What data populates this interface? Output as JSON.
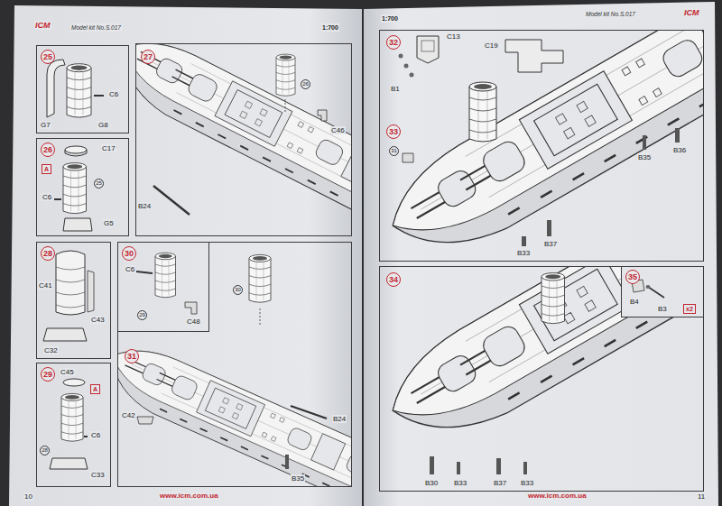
{
  "diagram": {
    "nodes": [
      {
        "text": [
          "25"
        ]
      },
      {
        "text": [
          "26"
        ]
      },
      {
        "text": [
          "27"
        ]
      },
      {
        "text": [
          "28"
        ]
      },
      {
        "text": [
          "29"
        ]
      },
      {
        "text": [
          "31"
        ]
      },
      {
        "text": [
          "30"
        ],
        "in": 5
      },
      {
        "text": [
          "32",
          "33"
        ]
      },
      {
        "text": [
          "34"
        ]
      },
      {
        "text": [
          "35"
        ],
        "in": 8
      }
    ],
    "labels": [
      "ICM",
      "Model kit No.S.017",
      "1:700",
      "1:700",
      "Model kit No.S.017",
      "ICM",
      "G7",
      "G8",
      "C6",
      "C17",
      "A",
      "C6",
      "25",
      "G5",
      "26",
      "C46",
      "B24",
      "C41",
      "C43",
      "C32",
      "C45",
      "A",
      "C6",
      "28",
      "C33",
      "C6",
      "29",
      "C48",
      "30",
      "C42",
      "B24",
      "B35",
      "C13",
      "B1",
      "C19",
      "31",
      "B36",
      "B35",
      "B37",
      "B33",
      "B30",
      "B33",
      "B37",
      "B33",
      "B4",
      "B3",
      "x2",
      "10",
      "www.icm.com.ua",
      "www.icm.com.ua",
      "11"
    ]
  }
}
